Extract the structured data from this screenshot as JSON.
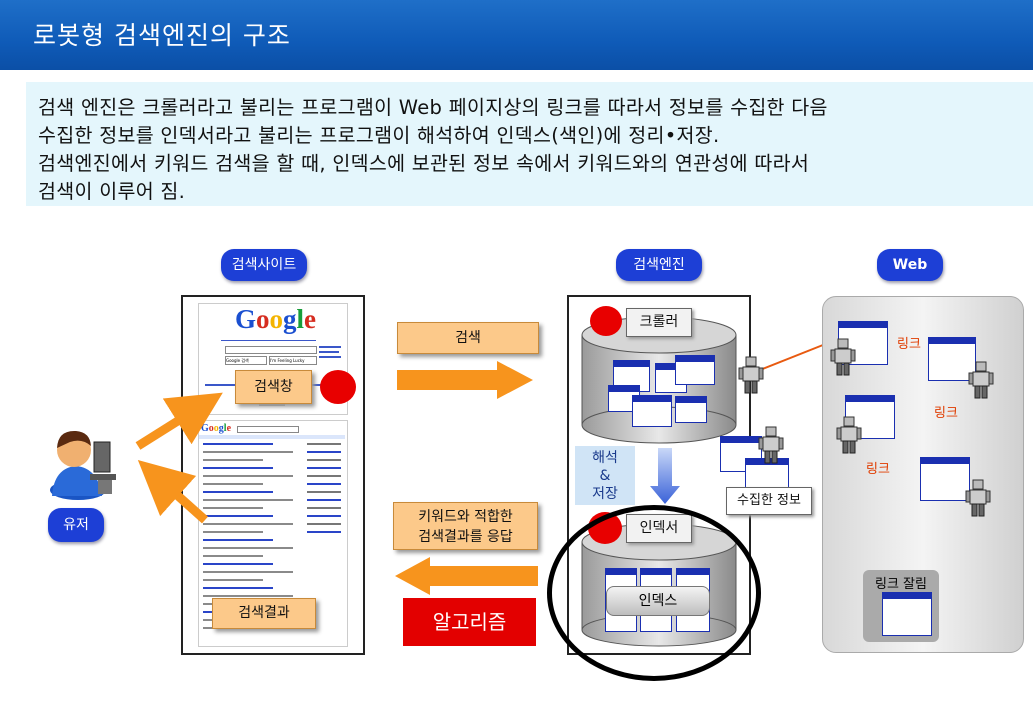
{
  "title": "로봇형 검색엔진의 구조",
  "description": {
    "line1": "검색 엔진은 크롤러라고 불리는 프로그램이 Web 페이지상의 링크를 따라서 정보를 수집한 다음",
    "line2": "수집한 정보를 인덱서라고 불리는 프로그램이 해석하여 인덱스(색인)에 정리•저장.",
    "line3": "검색엔진에서 키워드 검색을 할 때, 인덱스에 보관된 정보 속에서 키워드와의 연관성에 따라서",
    "line4": "검색이 이루어 짐."
  },
  "labels": {
    "search_site": "검색사이트",
    "search_engine": "검색엔진",
    "web": "Web",
    "user": "유저",
    "search_box": "검색창",
    "search_result": "검색결과",
    "search": "검색",
    "response": "키워드와 적합한\n검색결과를 응답",
    "algorithm": "알고리즘",
    "crawler": "크롤러",
    "indexer": "인덱서",
    "index": "인덱스",
    "analyze_store": "해석\n&\n저장",
    "collected_info": "수집한 정보",
    "link1": "링크",
    "link2": "링크",
    "link3": "링크",
    "link_broken": "링크 잘림"
  },
  "google": {
    "logo": "Google",
    "btn_search": "Google 검색",
    "btn_lucky": "I'm Feeling Lucky"
  },
  "colors": {
    "title_bar": "#0f5bb8",
    "desc_bg": "#e4f6fc",
    "pill": "#1d3fd6",
    "arrow_orange": "#f7941d",
    "algorithm_red": "#e30000",
    "link_red": "#e03c00"
  }
}
